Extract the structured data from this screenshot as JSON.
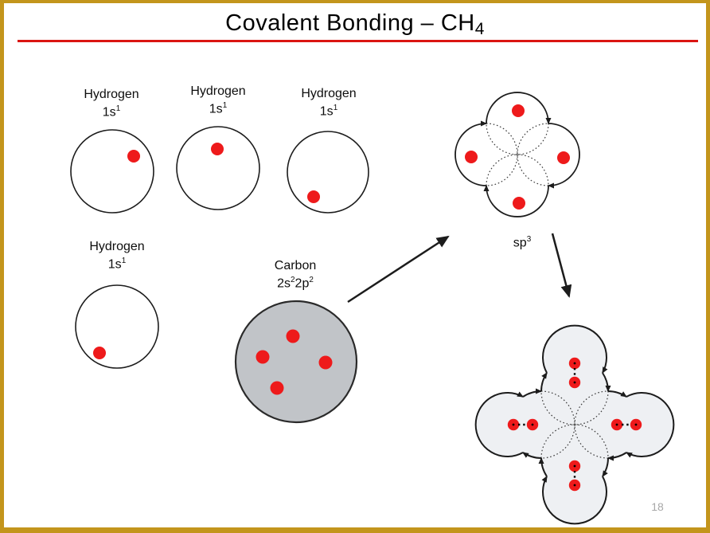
{
  "slide": {
    "title": "Covalent Bonding – CH",
    "title_sub": "4",
    "page_number": "18"
  },
  "labels": {
    "hydrogen": {
      "name": "Hydrogen",
      "orbital": "1s",
      "orbital_sup": "1"
    },
    "carbon": {
      "name": "Carbon",
      "orbital1": "2s",
      "orbital1_sup": "2",
      "orbital2": "2p",
      "orbital2_sup": "2"
    },
    "sp3": {
      "base": "sp",
      "sup": "3"
    }
  },
  "colors": {
    "frame": "#C3951C",
    "rule-red": "#DA1512",
    "electron-red": "#EE1A1B",
    "carbon-fill": "#C1C4C8",
    "molecule-fill": "#EEF0F3",
    "ink": "#1C1C1C",
    "page-num": "#A8A8A8"
  }
}
